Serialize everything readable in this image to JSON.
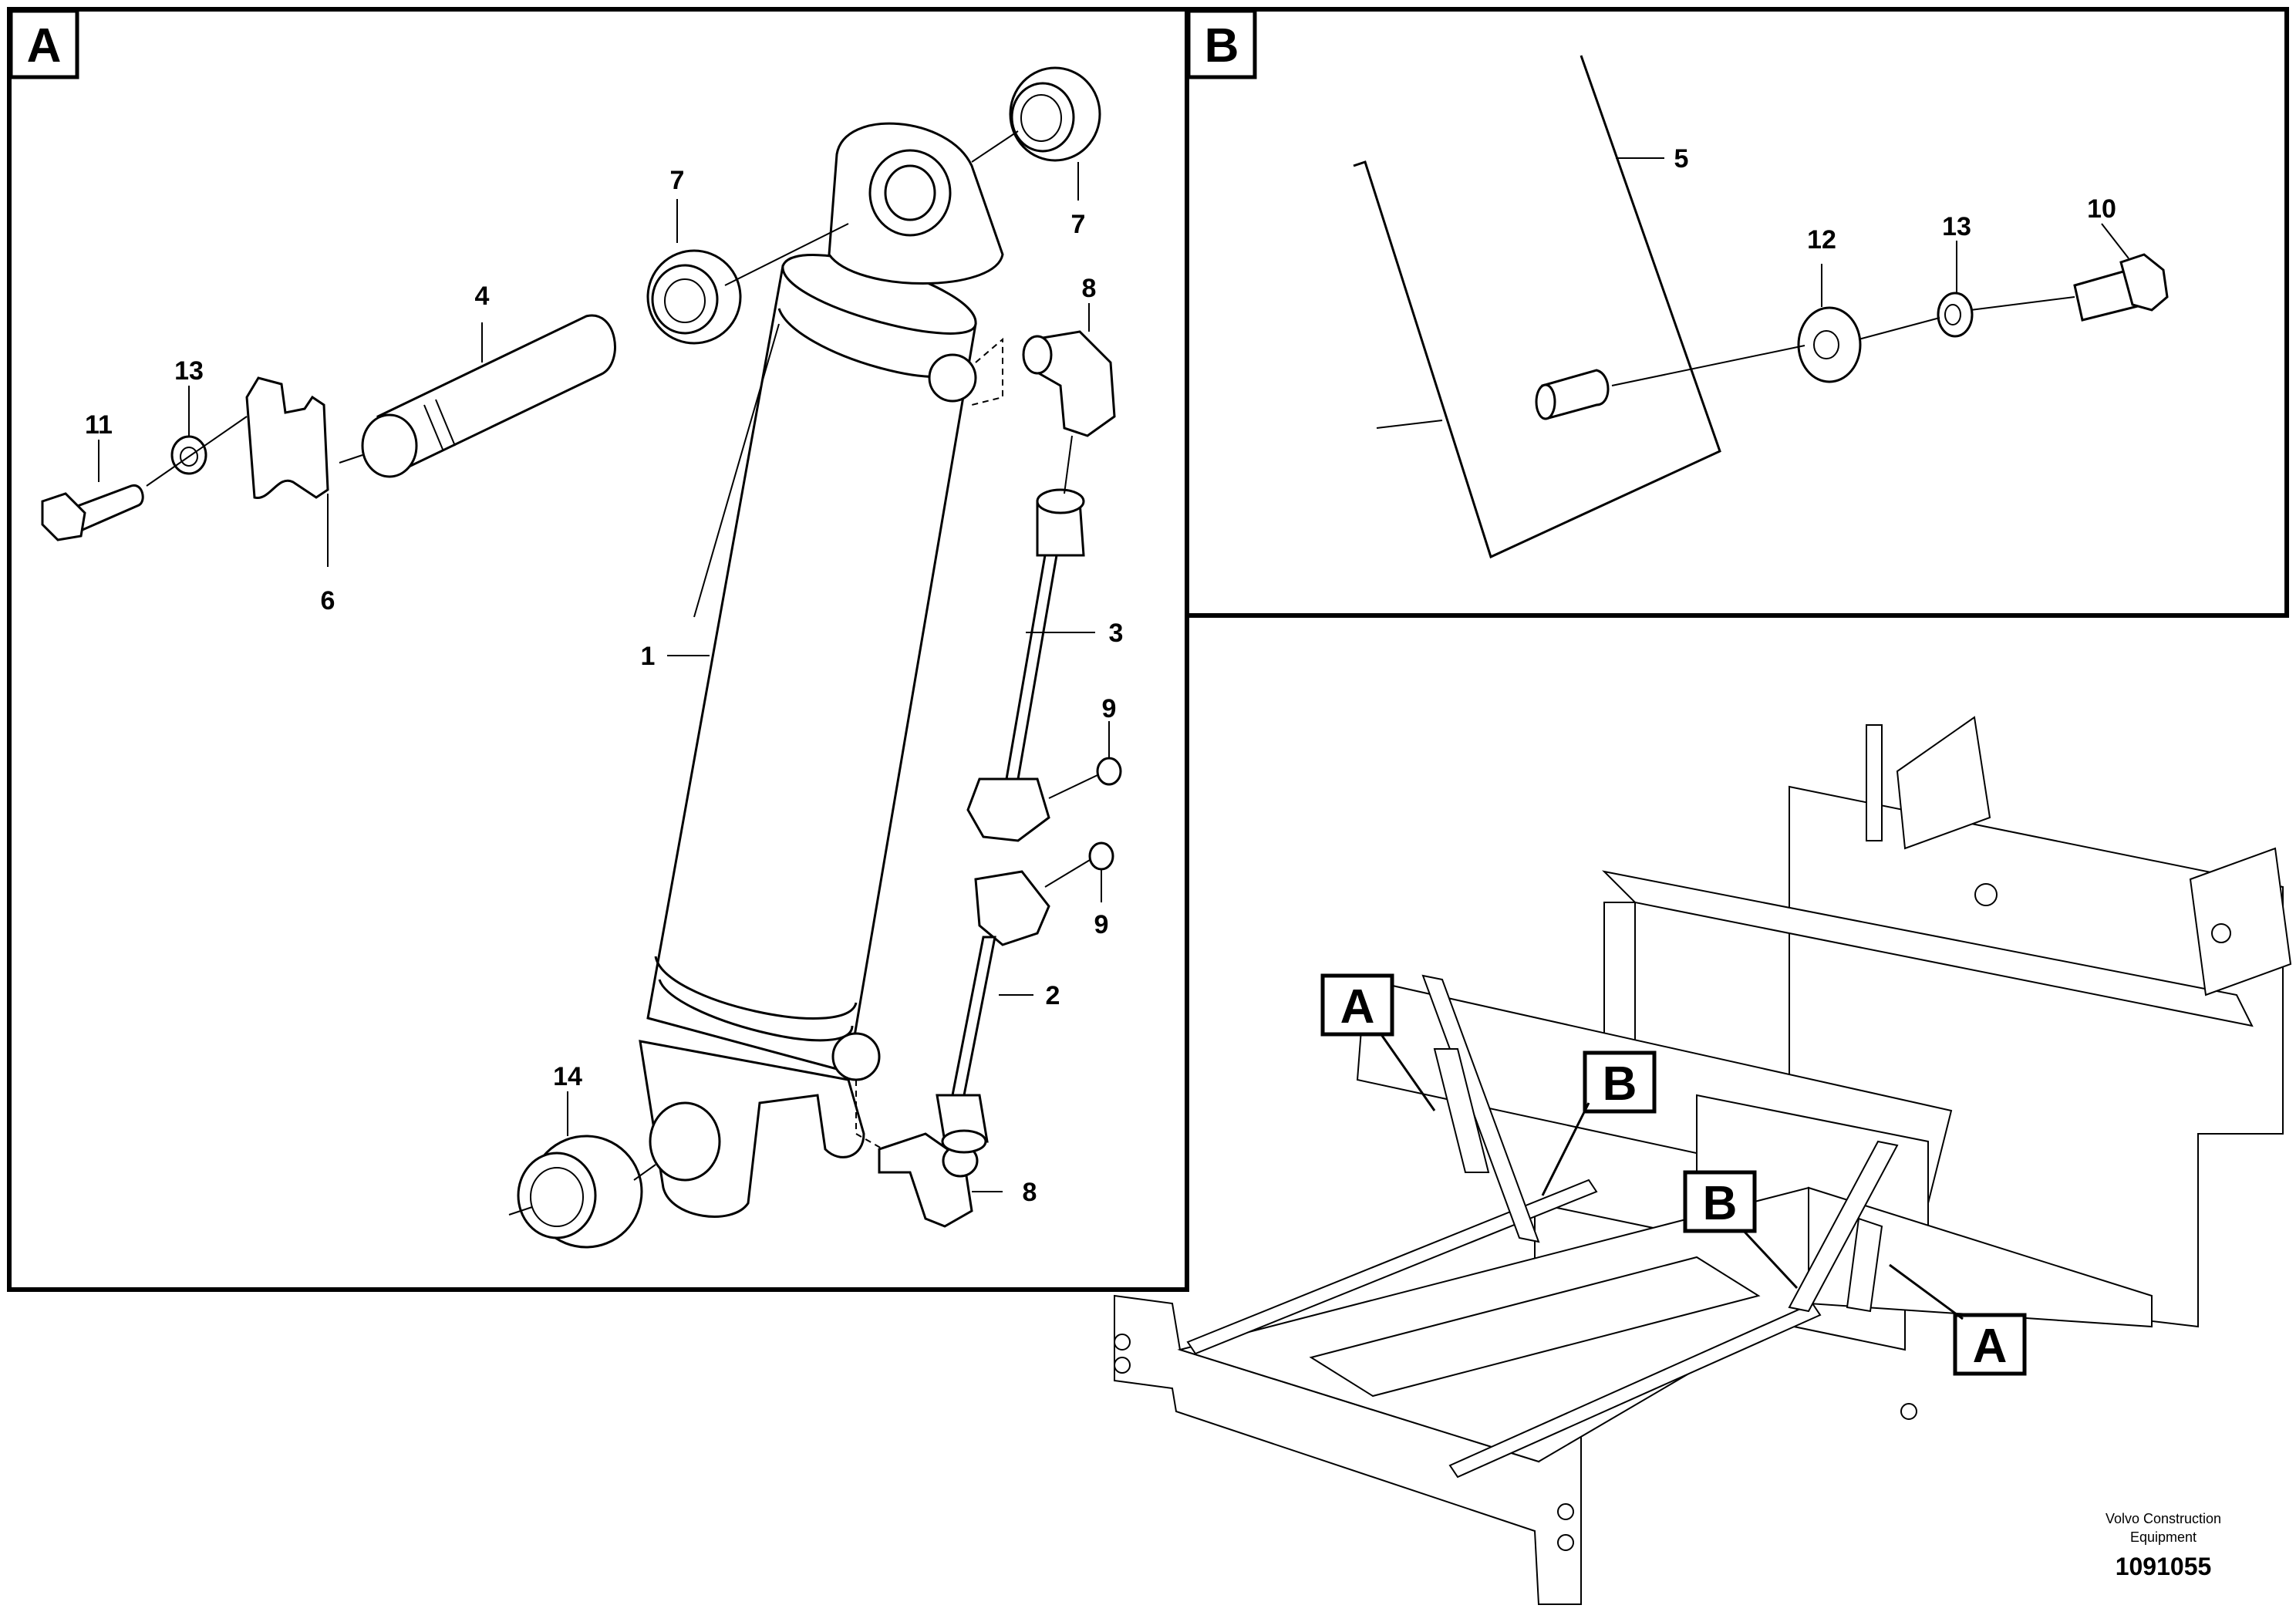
{
  "panels": {
    "a": {
      "tag": "A"
    },
    "b": {
      "tag": "B"
    }
  },
  "callouts_a": {
    "n1": "1",
    "n2": "2",
    "n3": "3",
    "n4": "4",
    "n6": "6",
    "n7a": "7",
    "n7b": "7",
    "n8a": "8",
    "n8b": "8",
    "n9a": "9",
    "n9b": "9",
    "n11": "11",
    "n13": "13",
    "n14": "14"
  },
  "callouts_b": {
    "n5": "5",
    "n10": "10",
    "n12": "12",
    "n13": "13"
  },
  "overview_tags": {
    "a_left": "A",
    "b_left": "B",
    "b_right": "B",
    "a_right": "A"
  },
  "footer": {
    "company_line1": "Volvo Construction",
    "company_line2": "Equipment",
    "doc_number": "1091055"
  }
}
